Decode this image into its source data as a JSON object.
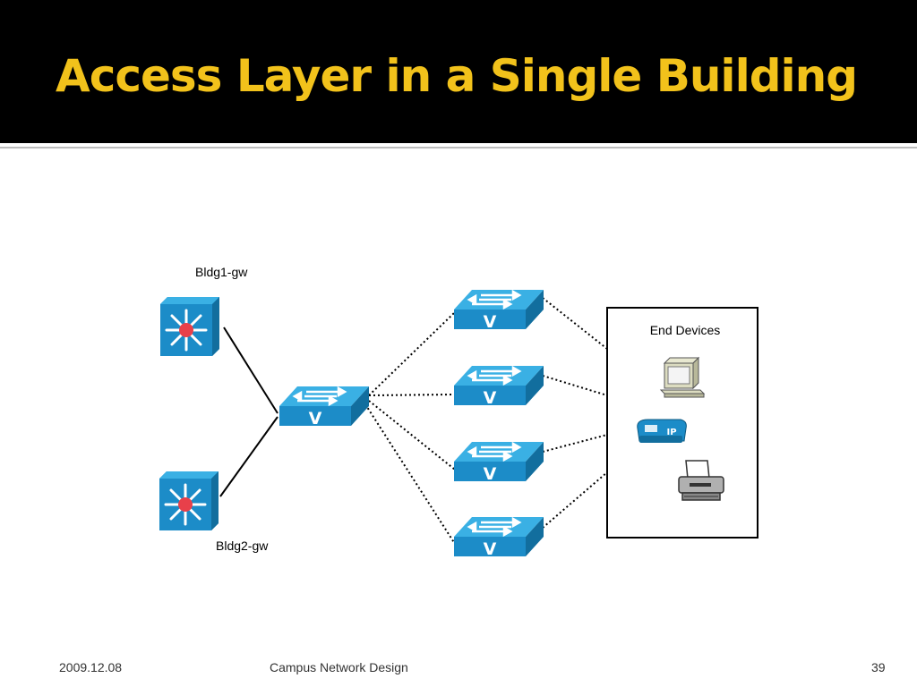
{
  "slide": {
    "title": "Access Layer in a Single Building",
    "footer_date": "2009.12.08",
    "footer_center": "Campus Network Design",
    "page_number": "39"
  },
  "diagram": {
    "gateways": [
      {
        "label": "Bldg1-gw",
        "icon": "layer3-switch-icon"
      },
      {
        "label": "Bldg2-gw",
        "icon": "layer3-switch-icon"
      }
    ],
    "distribution_switch": {
      "icon": "workgroup-switch-icon",
      "symbol": "V"
    },
    "access_switches": [
      {
        "icon": "workgroup-switch-icon",
        "symbol": "V"
      },
      {
        "icon": "workgroup-switch-icon",
        "symbol": "V"
      },
      {
        "icon": "workgroup-switch-icon",
        "symbol": "V"
      },
      {
        "icon": "workgroup-switch-icon",
        "symbol": "V"
      }
    ],
    "end_devices": {
      "label": "End Devices",
      "items": [
        {
          "icon": "pc-icon"
        },
        {
          "icon": "ip-phone-icon",
          "badge": "IP"
        },
        {
          "icon": "printer-icon"
        }
      ]
    },
    "colors": {
      "device_blue": "#1c8cc8",
      "device_blue_top": "#3ab0e4",
      "device_blue_side": "#126e9e",
      "router_dot": "#e8404a",
      "title_yellow": "#f2c21b"
    }
  }
}
